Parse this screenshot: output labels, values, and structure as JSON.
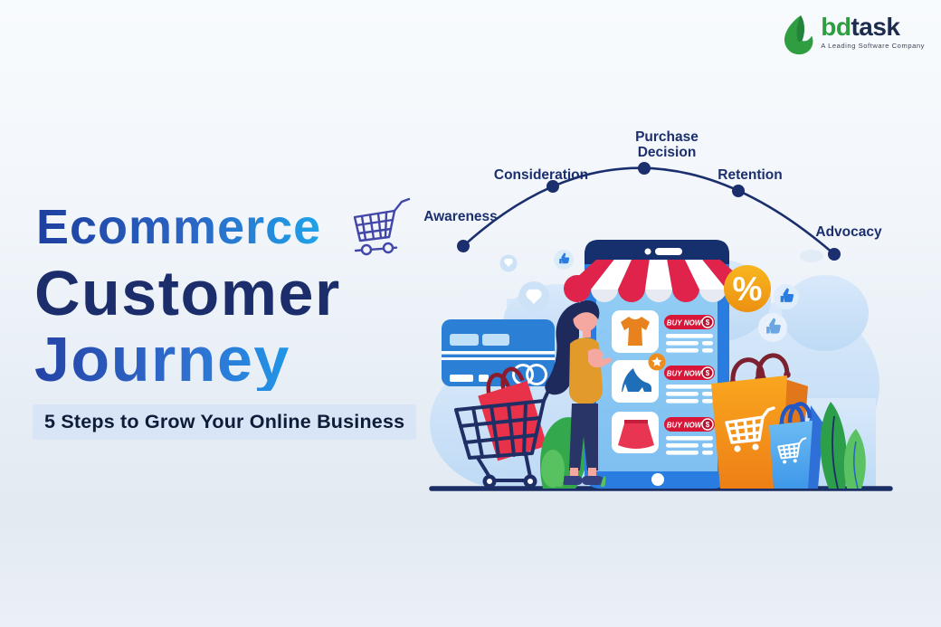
{
  "logo": {
    "brand_prefix": "bd",
    "brand_suffix": "task",
    "tagline": "A Leading Software Company"
  },
  "title": {
    "word1": "Ecommerce",
    "word2": "Customer",
    "word3": "Journey",
    "subtitle": "5 Steps to Grow Your Online Business"
  },
  "journey": {
    "stages": [
      "Awareness",
      "Consideration",
      "Purchase Decision",
      "Retention",
      "Advocacy"
    ]
  },
  "phone": {
    "buy_button_label": "BUY NOW",
    "coin_symbol": "$"
  },
  "badges": {
    "discount_symbol": "%"
  },
  "colors": {
    "navy": "#1b2f6e",
    "phone_blue": "#2a7de0",
    "screen_blue": "#8ac8f4",
    "buy_red": "#d81638",
    "awning_red": "#e0234a",
    "amber": "#f2a41c",
    "bag_orange": "#f5941d",
    "bag_light_blue": "#55aeee",
    "leaf_green": "#2d9e4a",
    "title_navy": "#1b2d6b",
    "title_light_blue": "#1fa3e9",
    "brand_green": "#2f9e41"
  }
}
